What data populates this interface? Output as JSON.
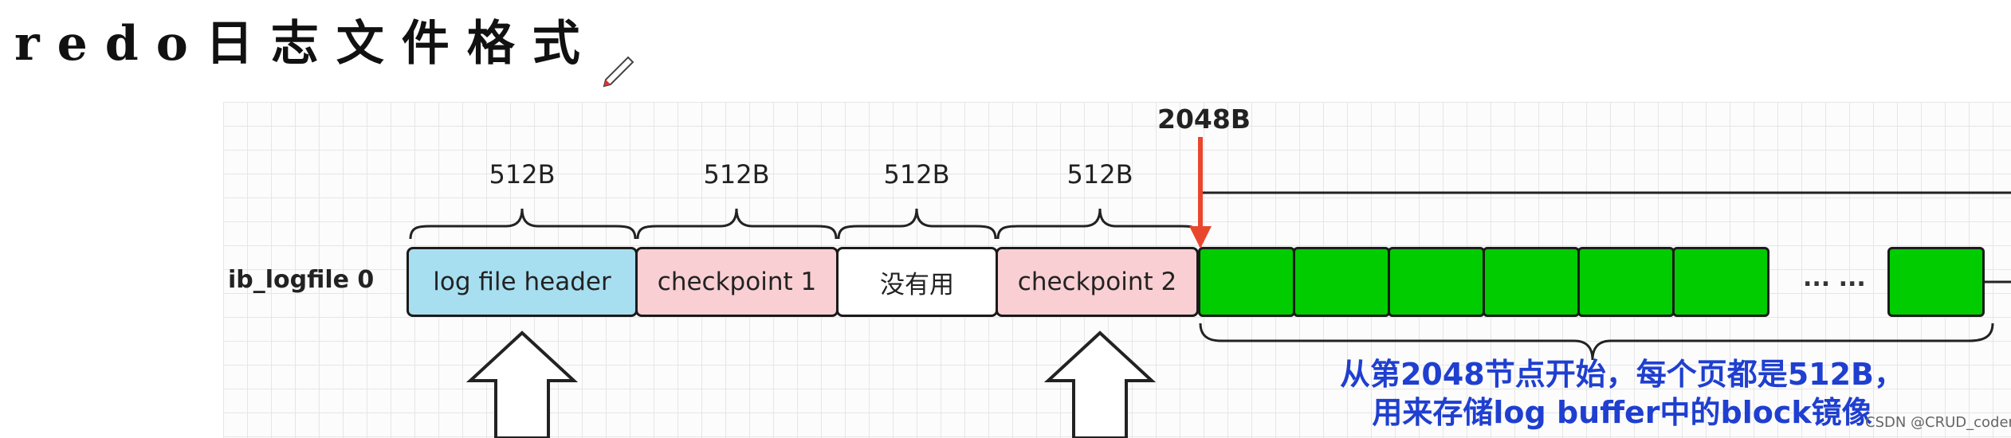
{
  "title": "redo日志文件格式",
  "row_label": "ib_logfile 0",
  "segments": [
    {
      "label": "log file header",
      "size": "512B",
      "color": "#a7dff0"
    },
    {
      "label": "checkpoint 1",
      "size": "512B",
      "color": "#f9cfd3"
    },
    {
      "label": "没有用",
      "size": "512B",
      "color": "#ffffff"
    },
    {
      "label": "checkpoint 2",
      "size": "512B",
      "color": "#f9cfd3"
    }
  ],
  "marker": {
    "label": "2048B",
    "color": "#e8472e"
  },
  "block_color": "#00cc00",
  "ellipsis": "... ...",
  "note": {
    "line1": "从第2048节点开始，每个页都是512B，",
    "line2": "用来存储log buffer中的block镜像",
    "color": "#1f3fd0"
  },
  "watermark": "CSDN @CRUD_coder"
}
